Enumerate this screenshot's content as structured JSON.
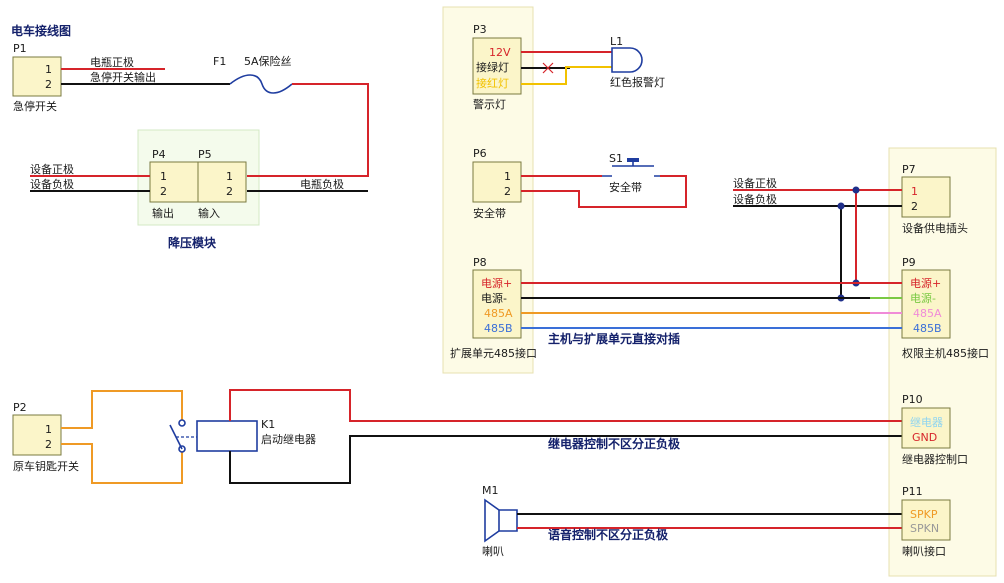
{
  "title": "电车接线图",
  "groups": {
    "step_down": "降压模块",
    "direct_plug": "主机与扩展单元直接对插",
    "relay_note": "继电器控制不区分正负极",
    "voice_note": "语音控制不区分正负极"
  },
  "connectors": {
    "P1": {
      "ref": "P1",
      "name": "急停开关",
      "pins": [
        "1",
        "2"
      ]
    },
    "P2": {
      "ref": "P2",
      "name": "原车钥匙开关",
      "pins": [
        "1",
        "2"
      ]
    },
    "P3": {
      "ref": "P3",
      "name": "警示灯",
      "pins": [
        "12V",
        "接绿灯",
        "接红灯"
      ]
    },
    "P4": {
      "ref": "P4",
      "name": "输出",
      "pins": [
        "1",
        "2"
      ]
    },
    "P5": {
      "ref": "P5",
      "name": "输入",
      "pins": [
        "1",
        "2"
      ]
    },
    "P6": {
      "ref": "P6",
      "name": "安全带",
      "pins": [
        "1",
        "2"
      ]
    },
    "P7": {
      "ref": "P7",
      "name": "设备供电插头",
      "pins": [
        "1",
        "2"
      ]
    },
    "P8": {
      "ref": "P8",
      "name": "扩展单元485接口",
      "pins": [
        "电源+",
        "电源-",
        "485A",
        "485B"
      ]
    },
    "P9": {
      "ref": "P9",
      "name": "权限主机485接口",
      "pins": [
        "电源+",
        "电源-",
        "485A",
        "485B"
      ]
    },
    "P10": {
      "ref": "P10",
      "name": "继电器控制口",
      "pins": [
        "继电器",
        "GND"
      ]
    },
    "P11": {
      "ref": "P11",
      "name": "喇叭接口",
      "pins": [
        "SPKP",
        "SPKN"
      ]
    }
  },
  "components": {
    "F1": {
      "ref": "F1",
      "name": "5A保险丝"
    },
    "L1": {
      "ref": "L1",
      "name": "红色报警灯"
    },
    "S1": {
      "ref": "S1",
      "name": "安全带"
    },
    "K1": {
      "ref": "K1",
      "name": "启动继电器"
    },
    "M1": {
      "ref": "M1",
      "name": "喇叭"
    }
  },
  "net_labels": {
    "p1_pin1": "电瓶正极",
    "p1_pin2": "急停开关输出",
    "p4_pos": "设备正极",
    "p4_neg": "设备负极",
    "p5_neg": "电瓶负极",
    "p7_pos": "设备正极",
    "p7_neg": "设备负极"
  },
  "colors": {
    "red": "#d6242a",
    "black": "#111111",
    "orange": "#ef9a25",
    "blue": "#3a6fd8",
    "green": "#7ac943",
    "pink": "#f08bd8",
    "yellow": "#f2c200",
    "light_blue": "#8fd4f0",
    "connector_fill": "#fbf5c9",
    "title_blue": "#14216b"
  }
}
